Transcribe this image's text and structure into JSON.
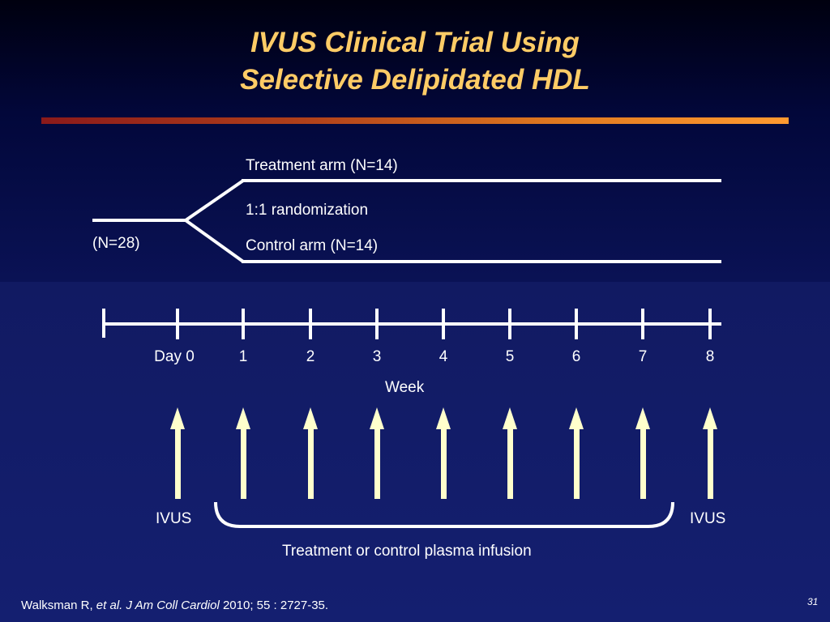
{
  "title": {
    "line1": "IVUS Clinical Trial Using",
    "line2": "Selective Delipidated HDL"
  },
  "randomization": {
    "total_label": "(N=28)",
    "treatment_label": "Treatment arm (N=14)",
    "ratio_label": "1:1 randomization",
    "control_label": "Control arm (N=14)"
  },
  "timeline": {
    "ticks": [
      "Day 0",
      "1",
      "2",
      "3",
      "4",
      "5",
      "6",
      "7",
      "8"
    ],
    "axis_label": "Week"
  },
  "infusions": {
    "start_label": "IVUS",
    "end_label": "IVUS",
    "bracket_label": "Treatment or control plasma infusion"
  },
  "citation": {
    "authors": "Walksman R, ",
    "etal_journal": "et al. J Am Coll Cardiol",
    "details": " 2010; 55 : 2727-35."
  },
  "page_number": "31",
  "colors": {
    "title": "#ffcc66",
    "arrow": "#ffffcc",
    "line": "#ffffff"
  }
}
